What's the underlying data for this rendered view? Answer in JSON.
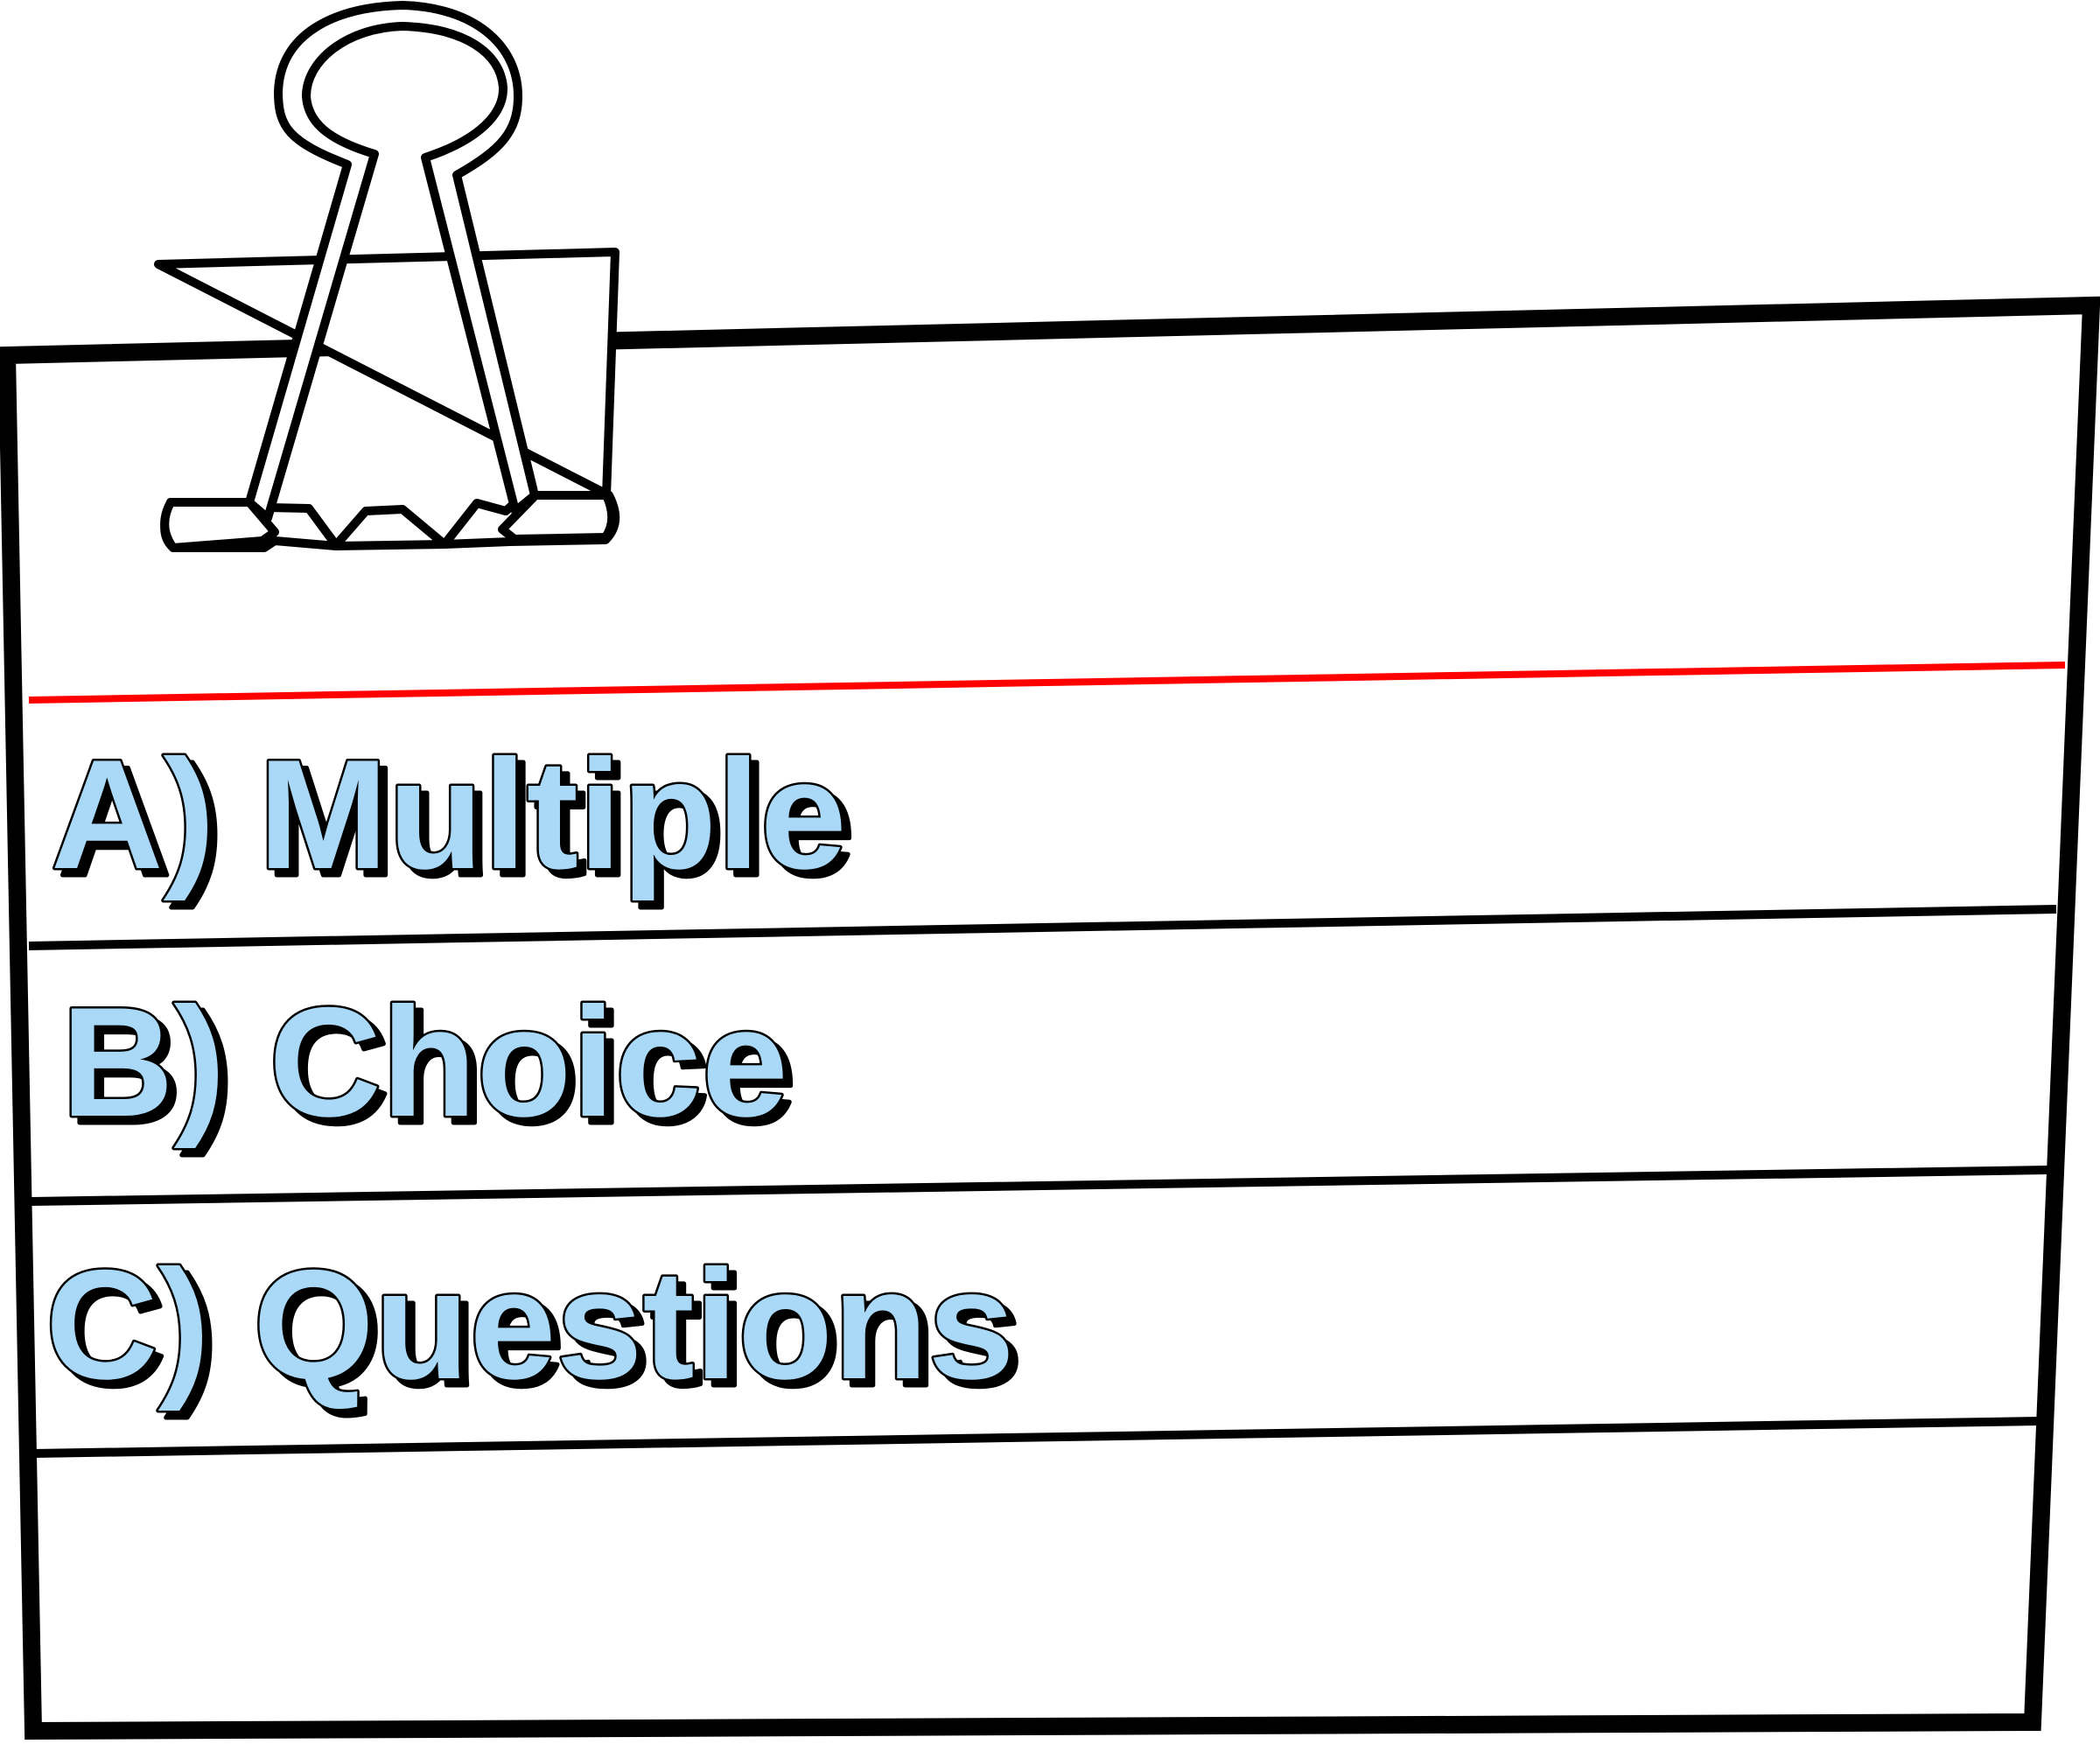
{
  "card": {
    "choices": [
      {
        "label": "A) Multiple"
      },
      {
        "label": "B) Choice"
      },
      {
        "label": "C) Questions"
      }
    ]
  },
  "colors": {
    "text_fill": "#aad8f7",
    "outline": "#000000",
    "header_rule": "#ff0000",
    "paper": "#ffffff"
  },
  "icons": {
    "clip": "binder-clip-icon"
  }
}
